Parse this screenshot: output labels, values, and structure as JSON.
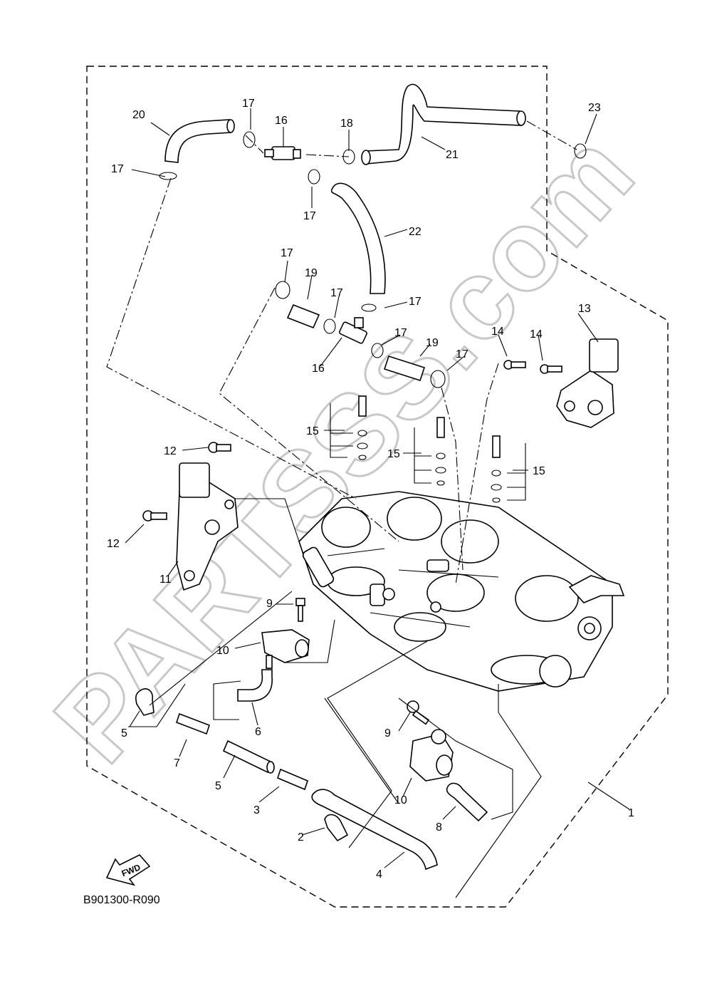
{
  "diagram": {
    "code": "B901300-R090",
    "fwd_label": "FWD",
    "watermark": "PARTSSS.com",
    "callouts": [
      {
        "id": "c20",
        "label": "20"
      },
      {
        "id": "c17a",
        "label": "17"
      },
      {
        "id": "c16a",
        "label": "16"
      },
      {
        "id": "c18",
        "label": "18"
      },
      {
        "id": "c21",
        "label": "21"
      },
      {
        "id": "c23",
        "label": "23"
      },
      {
        "id": "c17b",
        "label": "17"
      },
      {
        "id": "c17c",
        "label": "17"
      },
      {
        "id": "c22",
        "label": "22"
      },
      {
        "id": "c17d",
        "label": "17"
      },
      {
        "id": "c19a",
        "label": "19"
      },
      {
        "id": "c17e",
        "label": "17"
      },
      {
        "id": "c17f",
        "label": "17"
      },
      {
        "id": "c17g",
        "label": "17"
      },
      {
        "id": "c19b",
        "label": "19"
      },
      {
        "id": "c17h",
        "label": "17"
      },
      {
        "id": "c16b",
        "label": "16"
      },
      {
        "id": "c13",
        "label": "13"
      },
      {
        "id": "c14a",
        "label": "14"
      },
      {
        "id": "c14b",
        "label": "14"
      },
      {
        "id": "c15a",
        "label": "15"
      },
      {
        "id": "c15b",
        "label": "15"
      },
      {
        "id": "c15c",
        "label": "15"
      },
      {
        "id": "c12a",
        "label": "12"
      },
      {
        "id": "c12b",
        "label": "12"
      },
      {
        "id": "c11",
        "label": "11"
      },
      {
        "id": "c9a",
        "label": "9"
      },
      {
        "id": "c10a",
        "label": "10"
      },
      {
        "id": "c5a",
        "label": "5"
      },
      {
        "id": "c7",
        "label": "7"
      },
      {
        "id": "c6",
        "label": "6"
      },
      {
        "id": "c5b",
        "label": "5"
      },
      {
        "id": "c3",
        "label": "3"
      },
      {
        "id": "c2",
        "label": "2"
      },
      {
        "id": "c4",
        "label": "4"
      },
      {
        "id": "c9b",
        "label": "9"
      },
      {
        "id": "c10b",
        "label": "10"
      },
      {
        "id": "c8",
        "label": "8"
      },
      {
        "id": "c1",
        "label": "1"
      }
    ]
  }
}
